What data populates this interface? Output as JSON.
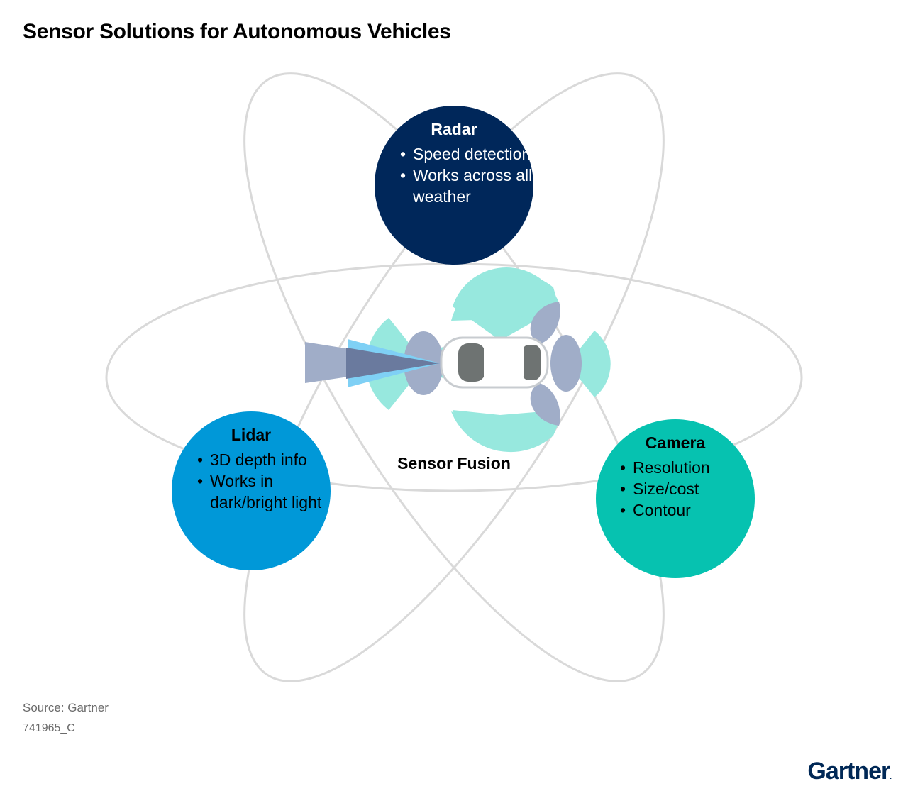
{
  "title": "Sensor Solutions for Autonomous Vehicles",
  "nodes": {
    "radar": {
      "label": "Radar",
      "items": [
        "Speed detection",
        "Works across all weather"
      ],
      "color": "#00275a"
    },
    "lidar": {
      "label": "Lidar",
      "items": [
        "3D depth info",
        "Works in dark/bright light"
      ],
      "color": "#0098d8"
    },
    "camera": {
      "label": "Camera",
      "items": [
        "Resolution",
        "Size/cost",
        "Contour"
      ],
      "color": "#06c2b0"
    }
  },
  "center_label": "Sensor Fusion",
  "footer": {
    "source": "Source: Gartner",
    "code": "741965_C"
  },
  "logo": {
    "text": "Gartner",
    "color": "#002856"
  },
  "colors": {
    "orbit": "#d9d9d9",
    "camera_zone": "#97e8de",
    "radar_zone": "#a0adc8",
    "lidar_beam_light": "#7fd0f5",
    "lidar_beam_dark": "#6a7a9e",
    "car_body": "#ffffff",
    "car_glass": "#6e7372"
  }
}
